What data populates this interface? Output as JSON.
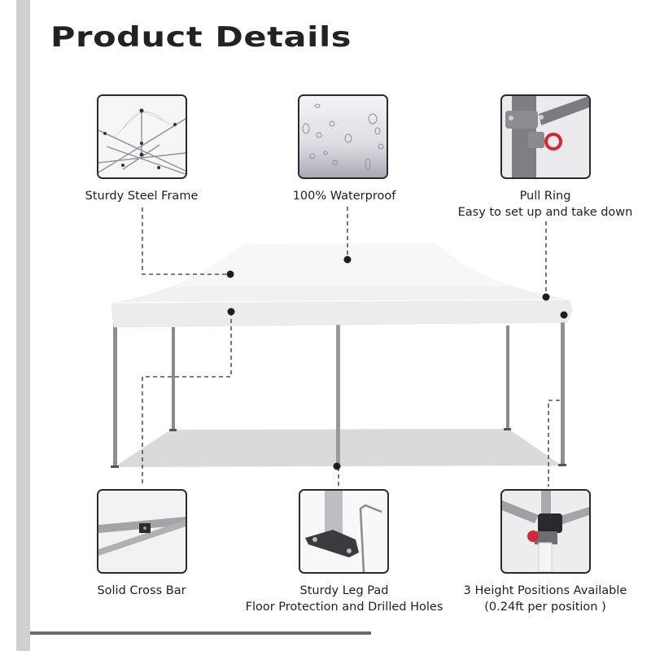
{
  "header": {
    "title": "Product Details"
  },
  "features": [
    {
      "id": "steel-frame",
      "lines": [
        "Sturdy Steel Frame"
      ],
      "icon": "tent-frame-icon"
    },
    {
      "id": "waterproof",
      "lines": [
        "100% Waterproof"
      ],
      "icon": "water-droplets-icon"
    },
    {
      "id": "pull-ring",
      "lines": [
        "Pull Ring",
        "Easy to set up and take down"
      ],
      "icon": "pull-ring-icon"
    },
    {
      "id": "cross-bar",
      "lines": [
        "Solid Cross Bar"
      ],
      "icon": "cross-bar-icon"
    },
    {
      "id": "leg-pad",
      "lines": [
        "Sturdy Leg Pad",
        "Floor Protection and Drilled Holes"
      ],
      "icon": "leg-pad-icon"
    },
    {
      "id": "height-positions",
      "lines": [
        "3 Height Positions Available",
        "(0.24ft per position )"
      ],
      "icon": "height-adjust-icon"
    }
  ],
  "colors": {
    "accent_bar": "#cfd0d2",
    "rule": "#6b6b6b",
    "leader": "#555555",
    "dot": "#1e1e1e",
    "pull_ring_red": "#d9262b",
    "canopy": "#f2f2f4",
    "floor_shadow": "#dadada"
  }
}
